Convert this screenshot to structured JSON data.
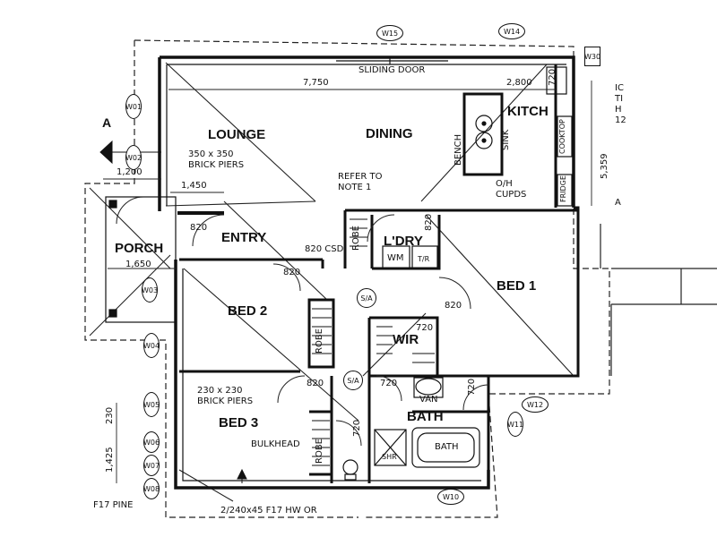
{
  "rooms": {
    "lounge": "LOUNGE",
    "dining": "DINING",
    "kitchen": "KITCH",
    "porch": "PORCH",
    "entry": "ENTRY",
    "laundry": "L'DRY",
    "bed1": "BED 1",
    "bed2": "BED 2",
    "bed3": "BED 3",
    "wir": "WIR",
    "bath": "BATH"
  },
  "notes": {
    "sliding_door": "SLIDING DOOR",
    "brick_piers_350_l1": "350 x 350",
    "brick_piers_350_l2": "BRICK PIERS",
    "refer_note_l1": "REFER TO",
    "refer_note_l2": "NOTE 1",
    "oh_cupds_l1": "O/H",
    "oh_cupds_l2": "CUPDS",
    "brick_piers_230_l1": "230 x 230",
    "brick_piers_230_l2": "BRICK PIERS",
    "bulkhead": "BULKHEAD",
    "bench": "BENCH",
    "sink": "SINK",
    "robe": "ROBE",
    "csd": "820 CSD",
    "wm": "WM",
    "tr": "T/R",
    "van": "VAN",
    "shr": "SHR",
    "bath_tub": "BATH",
    "cooktop": "COOKTOP",
    "fridge": "FRIDGE",
    "sa": "S/A",
    "section_marker": "A",
    "bottom_note": "2/240x45 F17 HW OR",
    "left_note": "F17 PINE"
  },
  "dimensions": {
    "width_lounge_dining": "7,750",
    "width_kitchen": "2,800",
    "porch_pier_offset": "1,200",
    "porch_pier_spacing": "1,450",
    "porch_width": "1,650",
    "side_height": "5,359",
    "bed3_top": "230",
    "bed3_height": "1,425"
  },
  "door_widths": {
    "entry": "820",
    "bed2": "820",
    "laundry": "820",
    "bed1": "820",
    "bed3": "820",
    "wir": "720",
    "bath_top": "720",
    "bath_side": "720",
    "bed3_side": "720",
    "kitchen": "720"
  },
  "window_tags": {
    "w01": "W01",
    "w02": "W02",
    "w03": "W03",
    "w04": "W04",
    "w05": "W05",
    "w06": "W06",
    "w07": "W07",
    "w08": "W08",
    "w10": "W10",
    "w11": "W11",
    "w12": "W12",
    "w14": "W14",
    "w15": "W15",
    "w30": "W30"
  },
  "margin_text": {
    "right_1": "IC",
    "right_2": "TI",
    "right_3": "H",
    "right_4": "12",
    "right_5": "A"
  }
}
